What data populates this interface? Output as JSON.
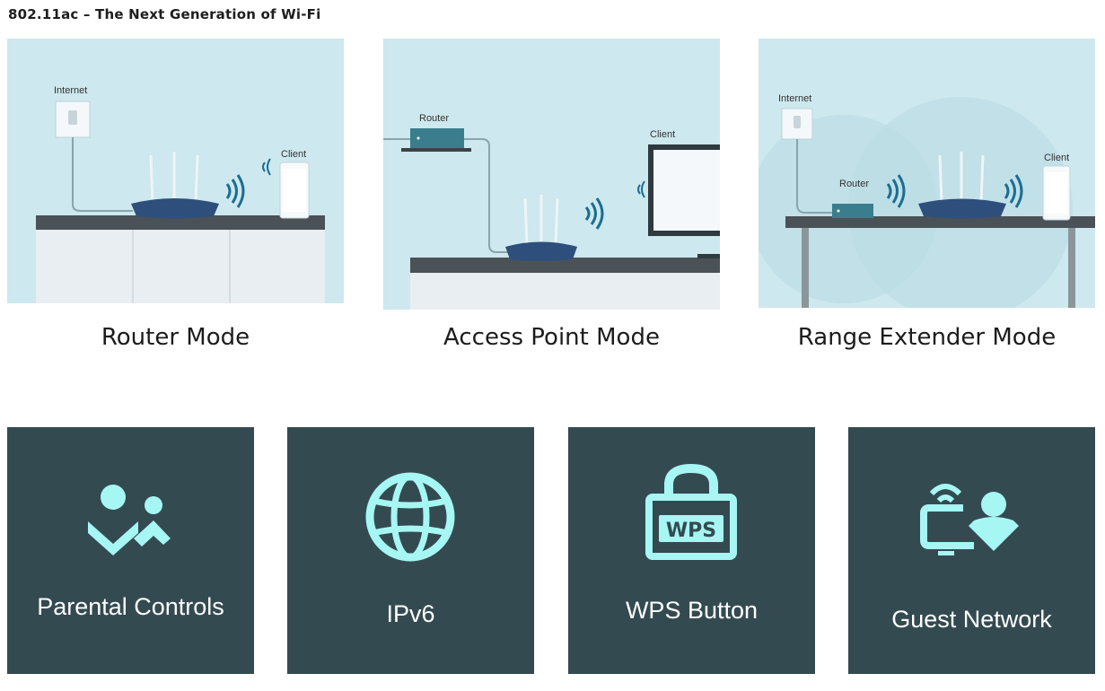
{
  "heading": "802.11ac – The Next Generation of Wi-Fi",
  "modes": [
    {
      "title": "Router Mode",
      "labels": {
        "internet": "Internet",
        "client": "Client"
      }
    },
    {
      "title": "Access Point Mode",
      "labels": {
        "router": "Router",
        "client": "Client"
      }
    },
    {
      "title": "Range Extender Mode",
      "labels": {
        "internet": "Internet",
        "router": "Router",
        "client": "Client"
      }
    }
  ],
  "features": [
    {
      "label": "Parental Controls",
      "icon": "parental-controls-icon"
    },
    {
      "label": "IPv6",
      "icon": "globe-icon"
    },
    {
      "label": "WPS Button",
      "icon": "wps-lock-icon"
    },
    {
      "label": "Guest Network",
      "icon": "guest-network-icon"
    }
  ],
  "colors": {
    "illustration_bg": "#cde8ee",
    "tile_bg": "#344a51",
    "icon_accent": "#a6f6f4",
    "router_body": "#2e4f7c"
  }
}
